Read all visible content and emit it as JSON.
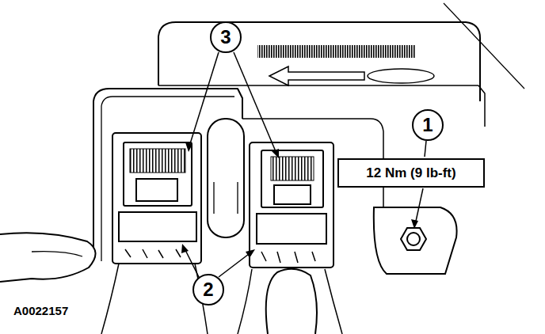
{
  "diagram": {
    "nodes": [
      {
        "text": [
          "3"
        ]
      },
      {
        "text": [
          "1"
        ]
      },
      {
        "text": [
          "12 Nm (9 lb-ft)"
        ]
      },
      {
        "text": [
          "2"
        ]
      }
    ],
    "labels": [
      "A0022157"
    ]
  }
}
